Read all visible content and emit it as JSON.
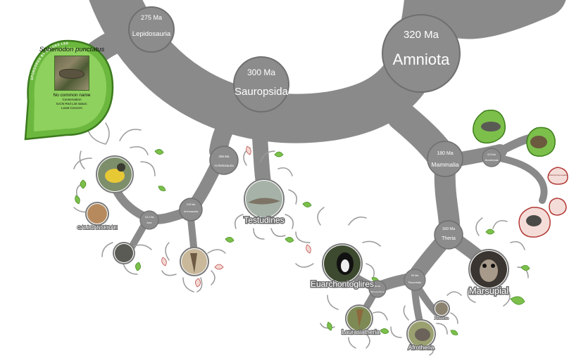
{
  "nodes": {
    "amniota": {
      "age": "320 Ma",
      "name": "Amniota"
    },
    "sauropsida": {
      "age": "300 Ma",
      "name": "Sauropsida"
    },
    "lepidosauria": {
      "age": "275 Ma",
      "name": "Lepidosauria"
    },
    "archelosauria": {
      "age": "255 Ma",
      "name": "Archelosauria"
    },
    "archosauria": {
      "age": "245 Ma",
      "name": "Archosauria"
    },
    "aves": {
      "age": "111.2 Ma",
      "name": "Aves"
    },
    "mammalia": {
      "age": "180 Ma",
      "name": "Mammalia"
    },
    "monotremata": {
      "age": "62.8 Ma",
      "name": "Monotremata"
    },
    "theria": {
      "age": "160 Ma",
      "name": "Theria"
    },
    "placentalia": {
      "age": "90 Ma",
      "name": "Placentalia"
    },
    "boreoeutheria": {
      "age": "84 Ma",
      "name": "Boreoeutheria"
    }
  },
  "clades": {
    "galloanserae": "GALLOANSERAE",
    "testudines": "Testudines",
    "euarchontoglires": "Euarchontoglires",
    "laurasiatheria": "Laurasiatheria",
    "marsupial": "Marsupial",
    "afrotheria": "Afrotheria",
    "xenarthra": "Xenarthra"
  },
  "species_card": {
    "sponsor": "SPONSORED BY ERLOES LEE",
    "scientific_name": "Sphenodon punctatus",
    "common_name": "No common name",
    "status_line1": "Conservation",
    "status_line2": "IUCN Red List status:",
    "status_line3": "Least Concern"
  },
  "leaf_bubbles": {
    "red_right_small": "Ornithorhynchus anatinus"
  },
  "colors": {
    "branch": "#8a8a8a",
    "node": "#8c8c8c",
    "leaf_green": "#7cc04b",
    "leaf_red": "#c0504d",
    "card_green": "#6cb83f"
  },
  "icons": {
    "tuatara": "lizard-photo",
    "bird": "yellow-bird-photo",
    "turtle": "crocodile-photo",
    "lemur": "lemur-photo",
    "possum": "possum-photo",
    "elephant": "elephant-photo"
  }
}
